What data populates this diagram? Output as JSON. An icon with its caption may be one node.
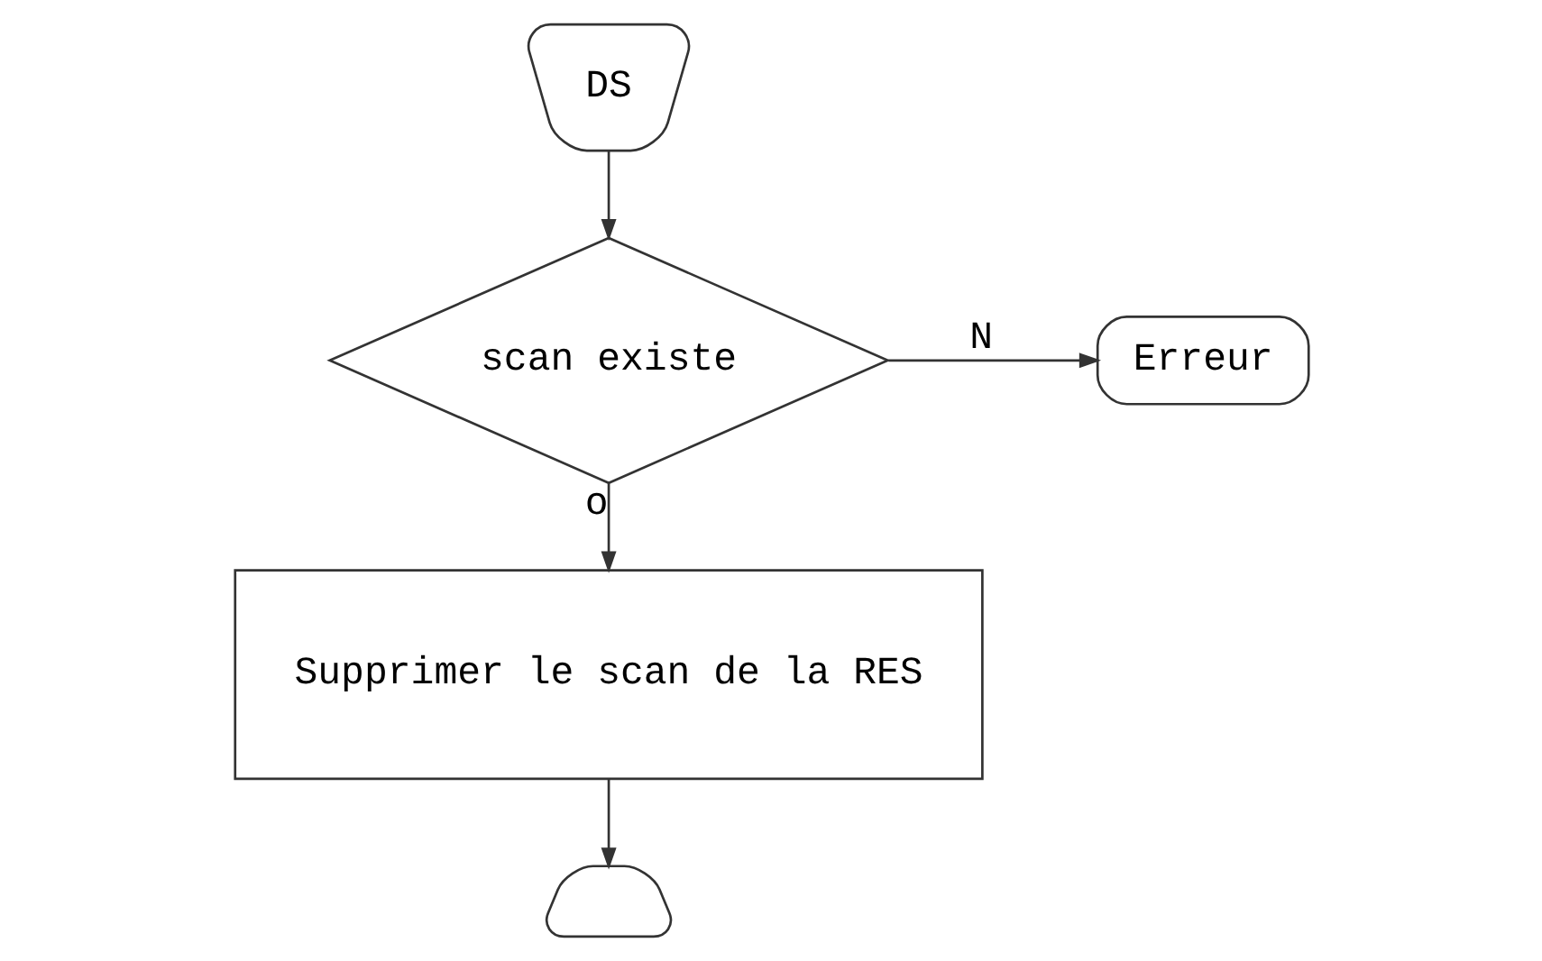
{
  "diagram": {
    "nodes": [
      {
        "text": [
          "DS"
        ]
      },
      {
        "text": [
          "scan existe"
        ]
      },
      {
        "text": [
          "Erreur"
        ]
      },
      {
        "text": [
          "Supprimer le scan de la RES"
        ]
      },
      {
        "text": [],
        "shape": "semicircle"
      }
    ],
    "edges": [
      {
        "from": 0,
        "to": 1,
        "arrow": "to"
      },
      {
        "from": 1,
        "to": 2,
        "arrow": "to",
        "label": "N"
      },
      {
        "from": 1,
        "to": 3,
        "arrow": "to",
        "label": "o"
      },
      {
        "from": 3,
        "to": 4,
        "arrow": "to"
      }
    ]
  }
}
